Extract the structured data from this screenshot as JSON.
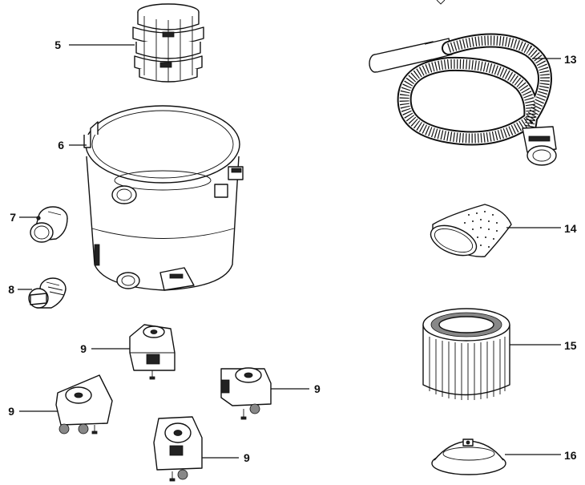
{
  "diagram": {
    "callouts": [
      {
        "id": "c5",
        "label": "5"
      },
      {
        "id": "c6",
        "label": "6"
      },
      {
        "id": "c7",
        "label": "7"
      },
      {
        "id": "c8",
        "label": "8"
      },
      {
        "id": "c9a",
        "label": "9"
      },
      {
        "id": "c9b",
        "label": "9"
      },
      {
        "id": "c9c",
        "label": "9"
      },
      {
        "id": "c9d",
        "label": "9"
      },
      {
        "id": "c13",
        "label": "13"
      },
      {
        "id": "c14",
        "label": "14"
      },
      {
        "id": "c15",
        "label": "15"
      },
      {
        "id": "c16",
        "label": "16"
      }
    ],
    "parts": [
      {
        "callout": "5",
        "icon": "filter-cage-icon"
      },
      {
        "callout": "6",
        "icon": "drum-container-icon"
      },
      {
        "callout": "7",
        "icon": "inlet-adapter-icon"
      },
      {
        "callout": "8",
        "icon": "drain-cap-icon"
      },
      {
        "callout": "9",
        "icon": "caster-foot-icon"
      },
      {
        "callout": "13",
        "icon": "hose-icon"
      },
      {
        "callout": "14",
        "icon": "filter-bag-icon"
      },
      {
        "callout": "15",
        "icon": "cartridge-filter-icon"
      },
      {
        "callout": "16",
        "icon": "filter-lid-icon"
      }
    ]
  }
}
